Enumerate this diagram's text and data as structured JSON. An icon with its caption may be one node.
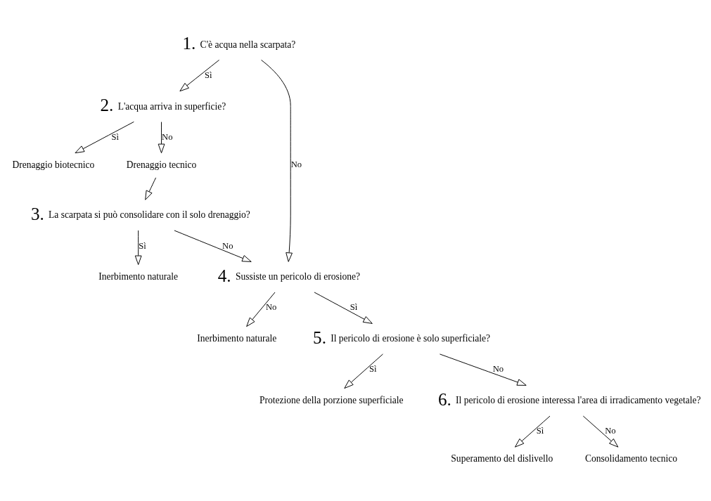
{
  "diagram": {
    "nodes": [
      {
        "text": [
          "1.",
          "C'è acqua nella scarpata?"
        ]
      },
      {
        "text": [
          "2.",
          "L'acqua arriva in superficie?"
        ]
      },
      {
        "text": [
          "Drenaggio biotecnico"
        ]
      },
      {
        "text": [
          "Drenaggio tecnico"
        ]
      },
      {
        "text": [
          "3.",
          "La scarpata si può consolidare con il solo drenaggio?"
        ]
      },
      {
        "text": [
          "Inerbimento naturale"
        ]
      },
      {
        "text": [
          "4.",
          "Sussiste un pericolo di erosione?"
        ]
      },
      {
        "text": [
          "Inerbimento naturale"
        ]
      },
      {
        "text": [
          "5.",
          "Il pericolo di erosione è solo superficiale?"
        ]
      },
      {
        "text": [
          "Protezione della porzione superficiale"
        ]
      },
      {
        "text": [
          "6.",
          "Il pericolo di erosione interessa l'area di irradicamento vegetale?"
        ]
      },
      {
        "text": [
          "Superamento del dislivello"
        ]
      },
      {
        "text": [
          "Consolidamento tecnico"
        ]
      }
    ],
    "edges": [
      {
        "from": 0,
        "to": 6,
        "arrow": "to",
        "label": "No"
      },
      {
        "from": 0,
        "to": 1,
        "arrow": "to",
        "label": "Sì"
      },
      {
        "from": 1,
        "to": 2,
        "arrow": "to",
        "label": "Sì"
      },
      {
        "from": 1,
        "to": 3,
        "arrow": "to",
        "label": "No"
      },
      {
        "from": 3,
        "to": 4,
        "arrow": "to"
      },
      {
        "from": 4,
        "to": 5,
        "arrow": "to",
        "label": "Sì"
      },
      {
        "from": 4,
        "to": 6,
        "arrow": "to",
        "label": "No"
      },
      {
        "from": 6,
        "to": 7,
        "arrow": "to",
        "label": "No"
      },
      {
        "from": 6,
        "to": 8,
        "arrow": "to",
        "label": "Sì"
      },
      {
        "from": 8,
        "to": 9,
        "arrow": "to",
        "label": "Sì"
      },
      {
        "from": 8,
        "to": 10,
        "arrow": "to",
        "label": "No"
      },
      {
        "from": 10,
        "to": 11,
        "arrow": "to",
        "label": "Sì"
      },
      {
        "from": 10,
        "to": 12,
        "arrow": "to",
        "label": "No"
      }
    ]
  }
}
